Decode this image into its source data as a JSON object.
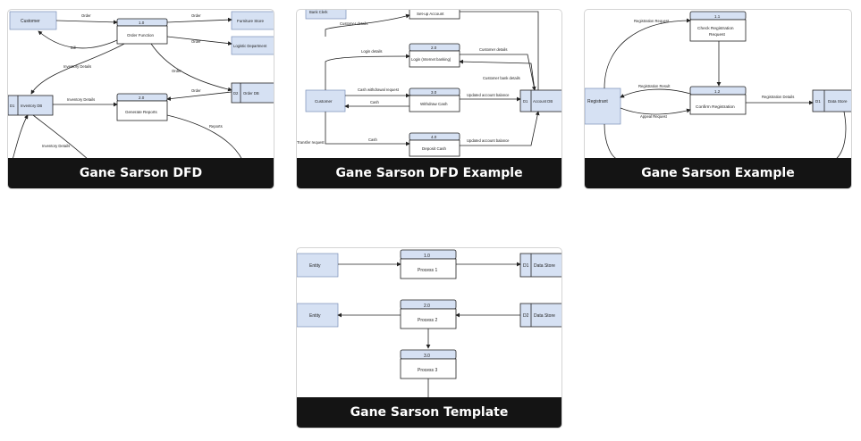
{
  "cards": [
    {
      "title": "Gane Sarson DFD",
      "labels": {
        "customer": "Customer",
        "order_top": "Order",
        "order_right1": "Order",
        "order_right2": "Order",
        "order_down": "Order",
        "bill": "Bill",
        "p1_id": "1.0",
        "p1_name": "Order Function",
        "furniture": "Furniture Store",
        "logistic": "Logistic Department",
        "inv_details": "Inventory Details",
        "d1": "D1",
        "inventory_db": "Inventory DB",
        "inv_details2": "Inventory Details",
        "p2_id": "2.0",
        "p2_name": "Generate Reports",
        "order_to_p2": "Order",
        "d2": "D2",
        "order_db": "Order DB",
        "reports": "Reports",
        "inv_details3": "Inventory Details"
      }
    },
    {
      "title": "Gane Sarson DFD Example",
      "labels": {
        "top_entity": "Bank Clerk",
        "top_flow": "Customer details",
        "setup": "Set-up Account",
        "login": "Login details",
        "p2_id": "2.0",
        "p2_name": "Login (Internet banking)",
        "cust_details": "Customer details",
        "cust_bank": "Customer bank details",
        "cash_req": "Cash withdrawal request",
        "customer": "Customer",
        "cash1": "Cash",
        "p3_id": "3.0",
        "p3_name": "Withdraw Cash",
        "updated1": "Updated account balance",
        "d1": "D1",
        "account_db": "Account DB",
        "transfer": "Transfer request",
        "cash2": "Cash",
        "p4_id": "4.0",
        "p4_name": "Deposit Cash",
        "updated2": "Updated account balance"
      }
    },
    {
      "title": "Gane Sarson Example",
      "labels": {
        "reg_request": "Registration Request",
        "p11_id": "1.1",
        "p11_name1": "Check Registration",
        "p11_name2": "Request",
        "registrant": "Registrant",
        "reg_result": "Registration Result",
        "p12_id": "1.2",
        "p12_name": "Confirm Registration",
        "reg_details": "Registration Details",
        "appeal": "Appeal Request",
        "d1": "D1",
        "data_store": "Data Store"
      }
    },
    {
      "title": "Gane Sarson Template",
      "labels": {
        "entity1": "Entity",
        "p1_id": "1.0",
        "p1_name": "Process 1",
        "d1": "D1",
        "ds1": "Data Store",
        "entity2": "Entity",
        "p2_id": "2.0",
        "p2_name": "Process 2",
        "d2": "D2",
        "ds2": "Data Store",
        "p3_id": "3.0",
        "p3_name": "Process 3"
      }
    }
  ]
}
